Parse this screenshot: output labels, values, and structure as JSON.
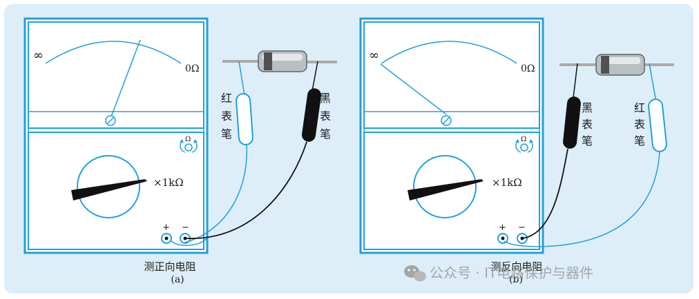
{
  "colors": {
    "panel_bg": "#ddeef8",
    "meter_blue": "#1ea0dc",
    "text": "#1a1a1a",
    "probe_black": "#111111",
    "watermark": "#9a9a9a"
  },
  "meter_a": {
    "scale_left": "∞",
    "scale_right": "0Ω",
    "range": "×1kΩ",
    "knob_symbol": "Ω",
    "plus": "+",
    "minus": "−",
    "probe_red_label": [
      "红",
      "表",
      "笔"
    ],
    "probe_black_label": [
      "黑",
      "表",
      "笔"
    ],
    "caption": "测正向电阻",
    "sub": "(a)"
  },
  "meter_b": {
    "scale_left": "∞",
    "scale_right": "0Ω",
    "range": "×1kΩ",
    "knob_symbol": "Ω",
    "plus": "+",
    "minus": "−",
    "probe_black_label": [
      "黑",
      "表",
      "笔"
    ],
    "probe_red_label": [
      "红",
      "表",
      "笔"
    ],
    "caption": "测反向电阻",
    "sub": "(b)"
  },
  "watermark": {
    "icon": "wechat-icon",
    "text": "公众号 · IT电路保护与器件"
  }
}
